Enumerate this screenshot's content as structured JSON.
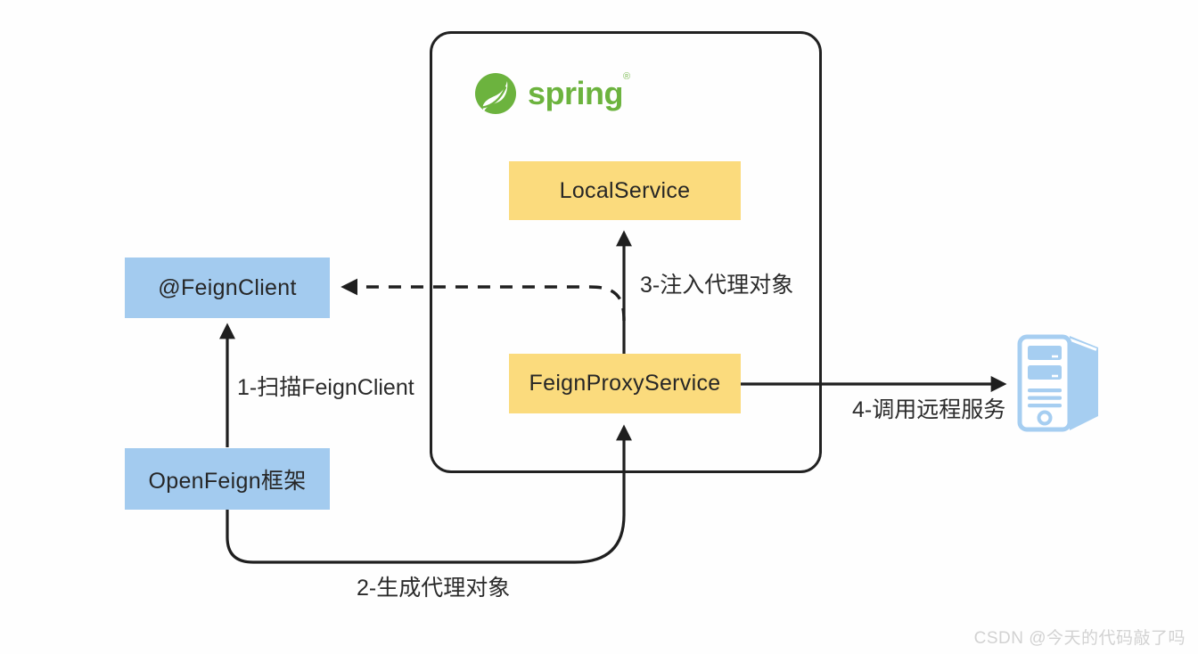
{
  "diagram": {
    "title_logo": {
      "text": "spring",
      "trademark": "®"
    },
    "nodes": {
      "local_service": "LocalService",
      "feign_proxy_service": "FeignProxyService",
      "feign_client": "@FeignClient",
      "openfeign_framework": "OpenFeign框架"
    },
    "edges": {
      "step1": "1-扫描FeignClient",
      "step2": "2-生成代理对象",
      "step3": "3-注入代理对象",
      "step4": "4-调用远程服务"
    },
    "colors": {
      "yellow_box": "#fbdb7d",
      "blue_box": "#a3cbef",
      "spring_green": "#6cb33e",
      "server_icon_blue": "#a6cef1",
      "line": "#1f1f1f",
      "container_border": "#212121",
      "watermark_gray": "#d2d2d2"
    }
  },
  "watermark": "CSDN @今天的代码敲了吗"
}
